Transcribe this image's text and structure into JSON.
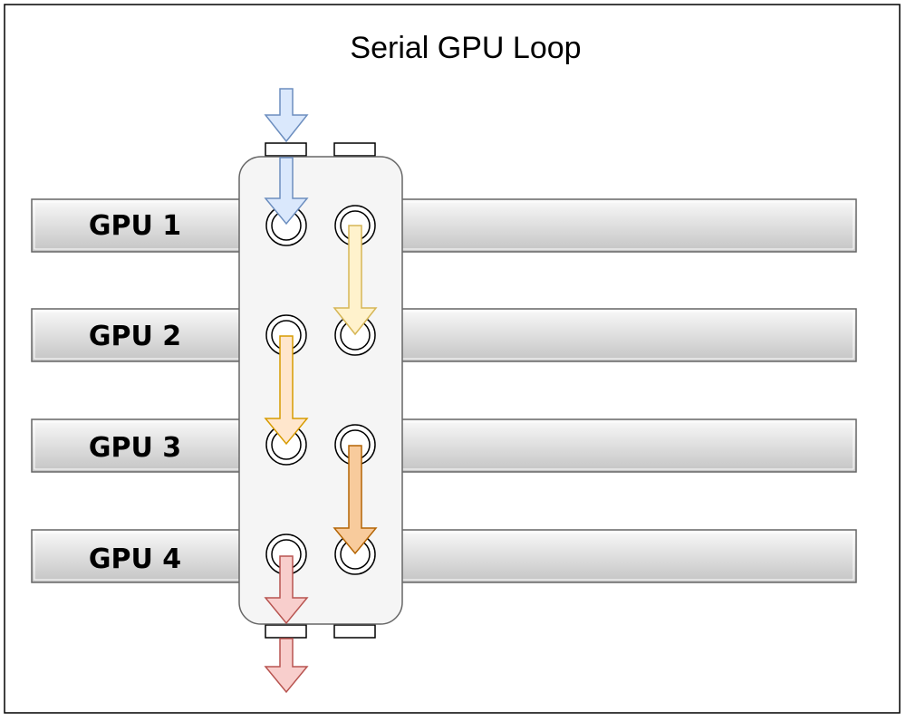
{
  "diagram": {
    "title": "Serial GPU Loop",
    "gpus": [
      {
        "label": "GPU 1"
      },
      {
        "label": "GPU 2"
      },
      {
        "label": "GPU 3"
      },
      {
        "label": "GPU 4"
      }
    ],
    "colors": {
      "frame_border": "#000000",
      "bridge_fill": "#f5f5f5",
      "bridge_border": "#666666",
      "gpu_card_border": "#666666",
      "gpu_card_gradient_top": "#f9f9f9",
      "gpu_card_gradient_bottom": "#c8c8c8",
      "flow_in": "#dae8fc",
      "flow_in_stroke": "#6c8ebf",
      "flow_1_to_2": "#fff2cc",
      "flow_1_to_2_stroke": "#d6b656",
      "flow_2_to_3": "#ffe6cc",
      "flow_2_to_3_stroke": "#d79b00",
      "flow_3_to_4": "#f8cb9c",
      "flow_3_to_4_stroke": "#b46504",
      "flow_out": "#f8cecc",
      "flow_out_stroke": "#b85450"
    }
  }
}
